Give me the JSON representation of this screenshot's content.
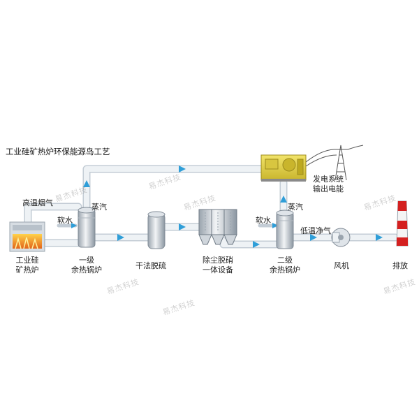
{
  "title": "工业硅矿热炉环保能源岛工艺",
  "labels": {
    "furnace_line1": "工业硅",
    "furnace_line2": "矿热炉",
    "hot_flue_gas": "高温烟气",
    "soft_water_1": "软水",
    "steam_1": "蒸汽",
    "boiler1_line1": "一级",
    "boiler1_line2": "余热锅炉",
    "dry_desulfurization": "干法脱硫",
    "dust_denitration_line1": "除尘脱硝",
    "dust_denitration_line2": "一体设备",
    "soft_water_2": "软水",
    "steam_2": "蒸汽",
    "boiler2_line1": "二级",
    "boiler2_line2": "余热锅炉",
    "low_temp_clean_gas": "低温净气",
    "fan": "风机",
    "discharge": "排放",
    "power_line1": "发电系统",
    "power_line2": "输出电能"
  },
  "watermark": "易杰科技",
  "colors": {
    "pipe": "#e7ecf1",
    "pipe_edge": "#c3ccd5",
    "arrow": "#2f9ed8",
    "generator": "#e8d84a",
    "chimney_red": "#d42020"
  }
}
